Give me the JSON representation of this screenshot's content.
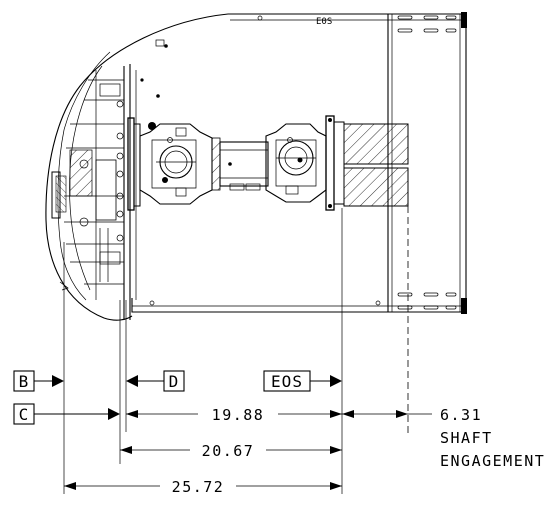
{
  "housing": {
    "label": "E0S"
  },
  "callouts": {
    "b": "B",
    "c": "C",
    "d": "D",
    "eos": "EOS"
  },
  "dimensions": {
    "d1": "19.88",
    "d2": "20.67",
    "d3": "25.72",
    "d4": "6.31",
    "d4_note_line1": "SHAFT",
    "d4_note_line2": "ENGAGEMENT"
  }
}
